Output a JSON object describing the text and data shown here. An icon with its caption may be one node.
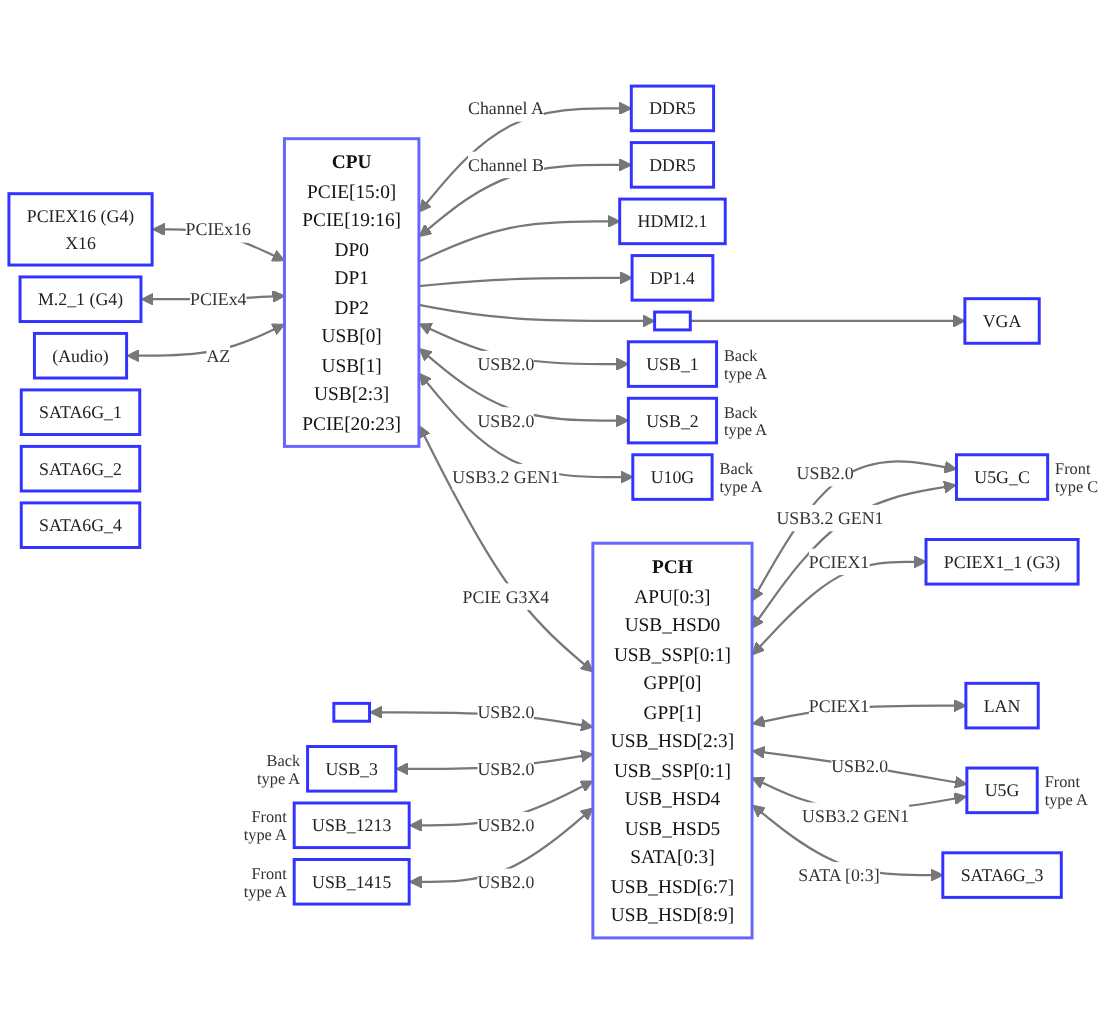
{
  "diagram": {
    "nodes": [
      {
        "text": [
          "PCIEX16 (G4)",
          "X16"
        ]
      },
      {
        "text": [
          "CPU",
          "PCIE[15:0]",
          "PCIE[19:16]",
          "DP0",
          "DP1",
          "DP2",
          "USB[0]",
          "USB[1]",
          "USB[2:3]",
          "PCIE[20:23]"
        ]
      },
      {
        "text": [
          "DDR5"
        ]
      },
      {
        "text": [
          "M.2_1 (G4)"
        ]
      },
      {
        "text": [
          "DDR5"
        ]
      },
      {
        "text": [
          "HDMI2.1"
        ]
      },
      {
        "text": [
          "DP1.4"
        ]
      },
      {
        "text": [
          "VGA"
        ]
      },
      {
        "text": [],
        "shape": "box"
      },
      {
        "text": [
          "(Audio)"
        ]
      },
      {
        "text": [
          "USB_1"
        ],
        "beside": [
          "Back type A"
        ]
      },
      {
        "text": [
          "USB_2"
        ],
        "beside": [
          "Back type A"
        ]
      },
      {
        "text": [
          "U10G"
        ],
        "beside": [
          "Back type A"
        ]
      },
      {
        "text": [
          "PCH",
          "APU[0:3]",
          "USB_HSD0",
          "USB_SSP[0:1]",
          "GPP[0]",
          "GPP[1]",
          "USB_HSD[2:3]",
          "USB_SSP[0:1]",
          "USB_HSD4",
          "USB_HSD5",
          "SATA[0:3]",
          "USB_HSD[6:7]",
          "USB_HSD[8:9]"
        ]
      },
      {
        "text": [
          "U5G_C"
        ],
        "beside": [
          "Front type C"
        ]
      },
      {
        "text": [
          "PCIEX1_1 (G3)"
        ]
      },
      {
        "text": [
          "LAN"
        ]
      },
      {
        "text": [
          "U5G"
        ],
        "beside": [
          "Front type A"
        ]
      },
      {
        "text": [],
        "shape": "box"
      },
      {
        "text": [
          "USB_3"
        ],
        "beside": [
          "Back type A"
        ]
      },
      {
        "text": [
          "SATA6G_1"
        ]
      },
      {
        "text": [
          "SATA6G_2"
        ]
      },
      {
        "text": [
          "SATA6G_3"
        ]
      },
      {
        "text": [
          "SATA6G_4"
        ]
      },
      {
        "text": [
          "USB_1213"
        ],
        "beside": [
          "Front type A"
        ]
      },
      {
        "text": [
          "USB_1415"
        ],
        "beside": [
          "Front type A"
        ]
      }
    ],
    "edges": [
      {
        "from": 0,
        "to": 1,
        "arrow": "both",
        "label": "PCIEx16"
      },
      {
        "from": 3,
        "to": 1,
        "arrow": "both",
        "label": "PCIEx4"
      },
      {
        "from": 1,
        "to": 2,
        "arrow": "both",
        "label": "Channel A"
      },
      {
        "from": 1,
        "to": 4,
        "arrow": "both",
        "label": "Channel B"
      },
      {
        "from": 1,
        "to": 5,
        "arrow": "to"
      },
      {
        "from": 1,
        "to": 6,
        "arrow": "to"
      },
      {
        "from": 1,
        "to": 8,
        "arrow": "to"
      },
      {
        "from": 8,
        "to": 7,
        "arrow": "to"
      },
      {
        "from": 9,
        "to": 1,
        "arrow": "both",
        "label": "AZ"
      },
      {
        "from": 1,
        "to": 10,
        "arrow": "both",
        "label": "USB2.0"
      },
      {
        "from": 1,
        "to": 11,
        "arrow": "both",
        "label": "USB2.0"
      },
      {
        "from": 1,
        "to": 12,
        "arrow": "both",
        "label": "USB3.2 GEN1"
      },
      {
        "from": 1,
        "to": 13,
        "arrow": "both",
        "label": "PCIE G3X4"
      },
      {
        "from": 13,
        "to": 14,
        "arrow": "both",
        "label": "USB2.0"
      },
      {
        "from": 14,
        "to": 13,
        "arrow": "both",
        "label": "USB3.2 GEN1"
      },
      {
        "from": 13,
        "to": 15,
        "arrow": "both",
        "label": "PCIEX1"
      },
      {
        "from": 13,
        "to": 16,
        "arrow": "both",
        "label": "PCIEX1"
      },
      {
        "from": 13,
        "to": 17,
        "arrow": "both",
        "label": "USB2.0"
      },
      {
        "from": 17,
        "to": 13,
        "arrow": "both",
        "label": "USB3.2 GEN1"
      },
      {
        "from": 18,
        "to": 13,
        "arrow": "both",
        "label": "USB2.0"
      },
      {
        "from": 19,
        "to": 13,
        "arrow": "both",
        "label": "USB2.0"
      },
      {
        "from": 13,
        "to": 22,
        "arrow": "both",
        "label": "SATA [0:3]"
      },
      {
        "from": 24,
        "to": 13,
        "arrow": "both",
        "label": "USB2.0"
      },
      {
        "from": 25,
        "to": 13,
        "arrow": "both",
        "label": "USB2.0"
      }
    ]
  }
}
